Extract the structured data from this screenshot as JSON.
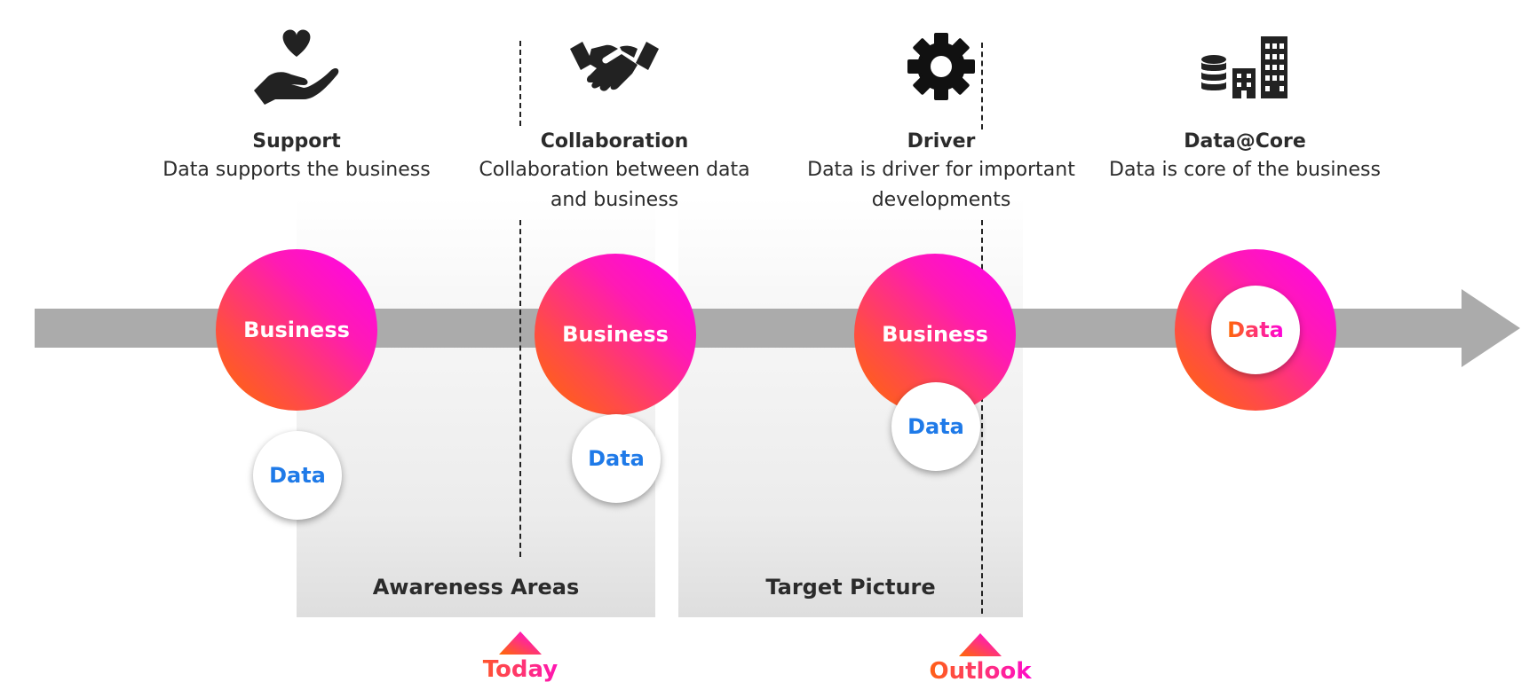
{
  "stages": [
    {
      "title": "Support",
      "description": "Data supports the business",
      "icon": "heart-hand-icon"
    },
    {
      "title": "Collaboration",
      "description": "Collaboration between data and business",
      "icon": "handshake-icon"
    },
    {
      "title": "Driver",
      "description": "Data is driver for important developments",
      "icon": "gear-icon"
    },
    {
      "title": "Data@Core",
      "description": "Data is core of the business",
      "icon": "database-buildings-icon"
    }
  ],
  "circles": {
    "business_label": "Business",
    "data_label": "Data"
  },
  "areas": {
    "awareness": "Awareness Areas",
    "target": "Target Picture"
  },
  "markers": {
    "today": "Today",
    "outlook": "Outlook"
  },
  "colors": {
    "gradient_start": "#ff6a00",
    "gradient_end": "#ff00f0",
    "data_blue": "#1f7ae8",
    "timeline_gray": "#ababab"
  }
}
